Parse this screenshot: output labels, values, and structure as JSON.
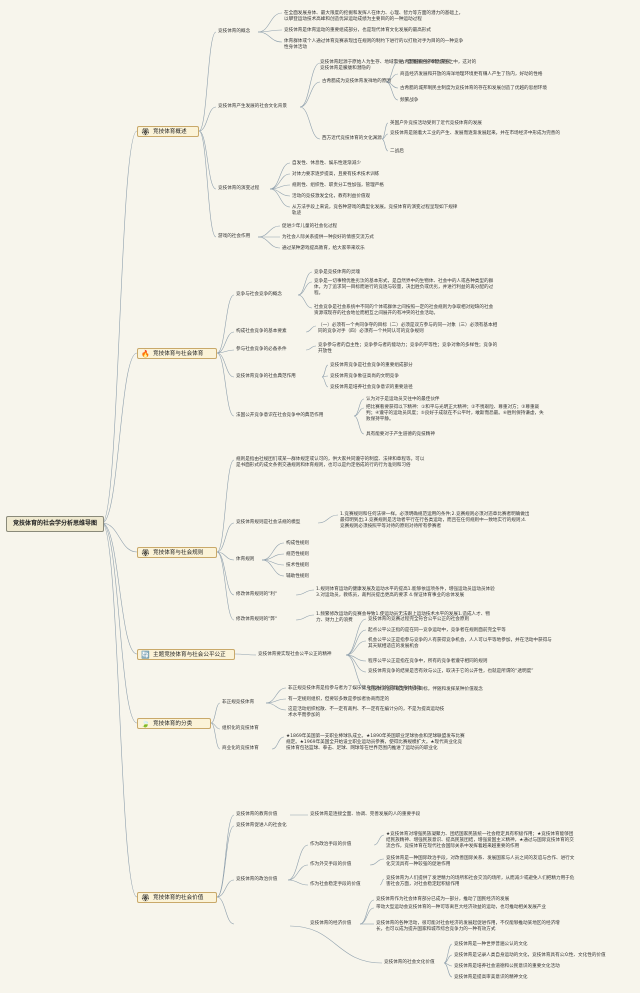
{
  "root": "竞技体育的社会学分析思维导图",
  "icons": {
    "branch": "star-badge-icon",
    "fire": "fire-icon",
    "flag": "flag-icon",
    "reform": "refresh-icon",
    "leaf": "leaf-icon"
  },
  "colors": {
    "line": "#8fa0ad",
    "main_border": "#c9a96a",
    "main_fill": "#fbf3d8",
    "background": "#f7f5ec"
  },
  "b1": {
    "title": "竞技体育概述",
    "s1": {
      "label": "竞技体育的概念",
      "l1": "在全面发展身体、最大限度的挖掘和发挥人在体力、心理、智力等方面的潜力的基础上，以攀登运动技术高峰和创造优异运动成绩为主要目的的一种运动过程",
      "l2": "竞技体育是体育运动的重要组成部分，也是现代体育文化发展的最高形式",
      "l3": "体育群体或个人通过体育竞赛表现出在规则的制约下进行的以打败对手为目的的一种竞争性身体活动"
    },
    "s2": {
      "label": "竞技体育产生发展的社会文化背景",
      "a": "竞技体育起源于原始人为生存、地域需要、自我保护的本能求生之中，这对的竞技体育是朦胧和潜隐的",
      "b": "古希腊成为竞技体育发祥地的原因",
      "b1": "古希腊酷爱生产转为繁荣",
      "b2": "商品经济发展和开放的海洋地理环境更有赚人产生了热内，好动的性格",
      "b3": "古希腊的城邦制民主制度为竞技体育的存在和发展创造了优越的思想环境",
      "b4": "频繁战争",
      "c": "西方近代竞技体育的文化渊源",
      "c1": "英国户外竞技活动受到了近代竞技体育的发展",
      "c2": "竞技体育是随着大工业的产生、发展而逐渐发展起来，并在市场经济中形成为完善的",
      "c3": "二战后"
    },
    "s3": {
      "label": "竞技体育的演变过程",
      "l1": "自发性、休息性、娱乐性逐渐减少",
      "l2": "对体力要求逐步提高，且要有技术技术训练",
      "l3": "规则性、组织性、职责分工性加强，管理严格",
      "l4": "活动的竞技激发全化，教有利益价值观",
      "l5": "从方法手段上来说，竞各种游戏的典型化发展。竞技体育的演变过程呈现如下规律 轨迹"
    },
    "s4": {
      "label": "游戏的社会作用",
      "l1": "促进少年儿童的社会化过程",
      "l2": "为社会人际关系提供一种良好的情感交流方式",
      "l3": "通过某种游戏提高教育，给大家带来欢乐"
    }
  },
  "b2": {
    "title": "竞技体育与社会体育",
    "s1": {
      "label": "竞争与社会竞争的概念",
      "l1": "竞争是竞技体育的灵魂",
      "l2": "竞争是一切事物优胜劣汰的基本形式，是自然界中的生物体、社会中的人或各种类型的群体，为了追求同一目标而进行的竞逐与较量，决出胜负或优劣，并进行利益的再分配的过程。",
      "l3": "社会竞争是社会系统中不同的个体或群体之间按照一定的社会规则为争取相对短缺的社会资源或现存的社会地位而相互之间展开的有冲突的社会活动。"
    },
    "s2": {
      "label": "构成社会竞争的基本要素",
      "l1": "（一）必须有一个共同争夺的目标（二）必须是双方参与的同一对象（三）必须有基本相同的竞争对手（四）必须有一个共同认可的竞争规则"
    },
    "s3": {
      "label": "参与社会竞争的必备条件",
      "l1": "竞争参与者的自主性；竞争参与者的能动力；竞争的平等性；竞争对象的多样性；竞争的开放性"
    },
    "s4": {
      "label": "竞技体育竞争的社会典范作用",
      "l1": "竞技体育竞争是社会竞争的重要组成部分",
      "l2": "竞技体育竞争象征高尚的文明竞争",
      "l3": "竞技体育是培养社会竞争意识的重要途径"
    },
    "s5": {
      "label": "法国公开竞争意识在社会竞争中的典范作用",
      "l1": "认为对于是运动员交往中的最佳伙伴",
      "l2": "把比赛看要获得以下精神：①和平与光明正大精神；②不畏艰险、尊重对方；③尊重裁判；④遵守的运动员风度；⑤良好于成就在不公平时，敢斯而恐最。⑥胜利保持谦虚，失败保持平静。",
      "l3": "具有能要对于产生道德的竞技精神"
    }
  },
  "b3": {
    "title": "竞技体育与社会规则",
    "intro": "规则是指由社规团们或某一群体规定或认可的，供大家共同遵守的制度、法律和章程等。可以是书面形式的成文条例交通规则和体育规则，也可以是约定俗成的行的行为准则和习俗",
    "s1": {
      "label": "竞技体育规则是社会法规的模型",
      "l1": "1.竞赛规则和任何法律一样。必须明确规范运用的条件;2.竞赛规则必须对违章比赛者明确做出最得明到出;3.竞赛规则是活动者平行在行各类运动，而且在任何规则中一致地实行的规则;4.竞赛规则必须按照平等对待的原则对待所有参赛者"
    },
    "s2": {
      "label": "体育规则",
      "l1": "构成性规则",
      "l2": "规范性规则",
      "l3": "技术性规则",
      "l4": "辅助性规则"
    },
    "s3": {
      "label": "修改体育规则的\"利\"",
      "l1": "1.规则体育运动的健康发展及运动水平的提高1.能够依运项条件，增强运动员运动员体验 3.对运动员，教练员，裁判员提出更高的要求 4.保证体育事业的总体发展"
    },
    "s4": {
      "label": "修改体育规则的\"弊\"",
      "l1": "1.频繁修改运动的竞赛会导致1.使运动员无法跟上运动技术水平的发展1.造成人才、物力、财力上的浪费"
    }
  },
  "b4": {
    "title": "主题竞技体育与社会公平公正",
    "s1": {
      "label": "竞技体育要实现社会公平公正的精神",
      "l1": "竞技体育的竞赛过程完全符合公平公正的社会原则",
      "l2": "起点公平公正指的是在同一竞争运动中，竞争者在规则面前完全平等",
      "l3": "机会公平公正是指参与竞争的人有获得竞争机会，人人可以平等地参加，并在活动中获得与其天赋相适应的发展机会",
      "l4": "程序公平公正是指在竞争中，所有的竞争者遵守相同的规则",
      "l5": "竞技体育竞争的结果是否有效与公正，取决于它的公开性，也就是所谓的“透明度”",
      "l6": "竞技体育追求既定的功利目标，伴随和发挥某种价值观念"
    }
  },
  "b5": {
    "title": "竞技体育的分类",
    "s1": {
      "label": "非正规竞技体育",
      "l1": "非正规竞技体育是指参与者为了娱乐健身而进行的游戏性身体活动",
      "l2": "有一定规则组织，但要较多数是参加者协商而定的",
      "l3": "这是活动组织松散、不一定有裁判、不一定有在编计分的，不是为提高运动技术水平而参加的"
    },
    "s2": {
      "label": "组织化的竞技体育"
    },
    "s3": {
      "label": "商业化的竞技体育",
      "l1": "★1869年美国第一支职业棒球队成立。★1890年英国职业足球协会和足球联盟发布比赛规定。★1969年美国全开始设立职业运动员参赛，使得比赛规模扩大。★现代商业化竞技体育包括篮球、拳击、足球、网球等在世界范围内推进了运动员的职业化"
    }
  },
  "b6": {
    "title": "竞技体育的社会价值",
    "s1": {
      "label": "竞技体育的教育价值",
      "l1": "竞技体育是连接全面、协调、完善发展的人的重要手段"
    },
    "s2": {
      "label": "竞技体育促进人的社会化"
    },
    "s3": {
      "label": "竞技体育的政治价值",
      "a": "作为政治手段的价值",
      "a1": "★竞技体育对增强民族凝聚力、团结国家民族统一社会稳定具有积极作用；★竞技体育能够团结民族精神、增强民族意识、提高民族团结，增强爱国主义精神，★通过与国际竞技体育的交流合作，竞技体育在现代社会国际关系中发挥着越来越重要的作用",
      "b": "作为外交手段的价值",
      "b1": "竞技体育是一种国际政治手段，对改善国际关系、发展国家与人员之间的友谊与合作、进行文化交流具有一种较强的促进作用",
      "c": "作为社会稳定手段的价值",
      "c1": "竞技体育为人们提供了发泄精力的场所和社会交流的场所，从而减少或避免人们把精力用于危害社会方面，对社会稳定起积极作用"
    },
    "s4": {
      "label": "竞技体育的经济价值",
      "l1": "竞技体育作为社会体育部分已成为一部分，推动了国民经济的发展",
      "l2": "带动大型运动会竞技体育的一种可等离巨大经济效益的运动，也可推动相关发展产业",
      "l3": "竞技体育的各种活动，很可能对社会经济的发展起促进作用，不仅能够推动某地区的经济增长，也可以成为提升国家和城市综合竞争力的一种有效方式"
    },
    "s5": {
      "label": "竞技体育的社会文化价值",
      "l1": "竞技体育是一种世界普遍公认的文化",
      "l2": "竞技体育是记录人类自身运动的文化，竞技体育具有公众性、文化性的价值",
      "l3": "竞技体育是培养社会道德和公民意识的重要文化活动",
      "l4": "竞技体育是提高审美意识的精神文化"
    }
  }
}
